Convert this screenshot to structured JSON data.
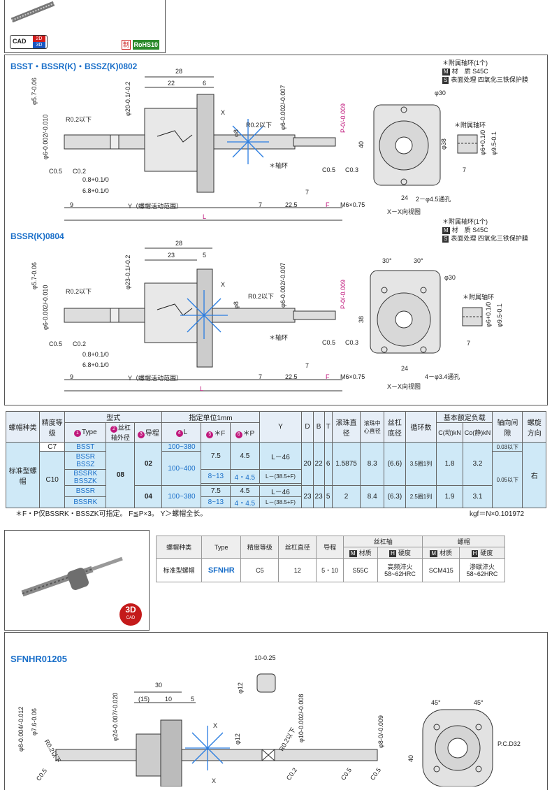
{
  "top_badges": {
    "cad": "CAD",
    "cad_2d": "2D",
    "cad_3d": "3D",
    "rohs_prefix": "制",
    "rohs": "RoHS10"
  },
  "sec1": {
    "title": "BSST・BSSR(K)・BSSZ(K)0802",
    "note_line1": "＊附属轴环(1个)",
    "note_m_label": "M",
    "note_m_text": "材　质 S45C",
    "note_s_label": "S",
    "note_s_text": "表面处理 四氧化三铁保护膜",
    "dims": {
      "d28": "28",
      "d22": "22",
      "d6": "6",
      "phi57": "φ5.7-0.06",
      "phi20": "φ20-0.1/-0.2",
      "r02": "R0.2以下",
      "phi6": "φ6-0.002/-0.010",
      "phi8": "φ8",
      "r02b": "R0.2以下",
      "phi6b": "φ6-0.002/-0.007",
      "p": "P-0/-0.009",
      "c05": "C0.5",
      "c02": "C0.2",
      "d08": "0.8+0.1/0",
      "d68": "6.8+0.1/0",
      "d9": "9",
      "y": "Y（螺帽活动范围）",
      "d7": "7",
      "d225": "22.5",
      "f": "F",
      "m6": "M6×0.75",
      "l": "L",
      "axis_ring": "＊轴环",
      "c05b": "C0.5",
      "c03": "C0.3",
      "d7b": "7",
      "x": "X",
      "phi30": "φ30",
      "d40": "40",
      "phi38": "φ38",
      "d24": "24",
      "holes": "2－φ4.5通孔",
      "view": "X－X向视图",
      "ring_label": "＊附属轴环",
      "ring_phi6": "φ6+0.1/0",
      "ring_phi95": "φ9.5-0.1",
      "ring_7": "7"
    }
  },
  "sec2": {
    "title": "BSSR(K)0804",
    "note_line1": "＊附属轴环(1个)",
    "note_m_label": "M",
    "note_m_text": "材　质 S45C",
    "note_s_label": "S",
    "note_s_text": "表面处理 四氧化三铁保护膜",
    "dims": {
      "d28": "28",
      "d23": "23",
      "d5": "5",
      "phi57": "φ5.7-0.06",
      "phi23": "φ23-0.1/-0.2",
      "r02": "R0.2以下",
      "phi6": "φ6-0.002/-0.010",
      "phi8": "φ8",
      "r02b": "R0.2以下",
      "phi6b": "φ6-0.002/-0.007",
      "p": "P-0/-0.009",
      "c05": "C0.5",
      "c02": "C0.2",
      "d08": "0.8+0.1/0",
      "d68": "6.8+0.1/0",
      "d9": "9",
      "y": "Y（螺帽活动范围）",
      "d7": "7",
      "d225": "22.5",
      "f": "F",
      "m6": "M6×0.75",
      "l": "L",
      "axis_ring": "＊轴环",
      "c05b": "C0.5",
      "c03": "C0.3",
      "d7b": "7",
      "x": "X",
      "a30a": "30°",
      "a30b": "30°",
      "phi30": "φ30",
      "d38": "38",
      "d24": "24",
      "holes": "4－φ3.4通孔",
      "view": "X－X向视图",
      "ring_label": "＊附属轴环",
      "ring_phi6": "φ6+0.1/0",
      "ring_phi95": "φ9.5-0.1",
      "ring_7": "7"
    }
  },
  "table1": {
    "h_kind": "螺帽种类",
    "h_grade": "精度等级",
    "h_type_group": "型式",
    "h_spec_group": "指定单位1mm",
    "h_type": "Type",
    "h_dia": "丝杠轴外径",
    "h_lead": "导程",
    "h_L": "L",
    "h_F": "＊F",
    "h_P": "＊P",
    "h_Y": "Y",
    "h_D": "D",
    "h_B": "B",
    "h_T": "T",
    "h_ball": "滚珠直径",
    "h_center": "滚珠中心直径",
    "h_root": "丝杠底径",
    "h_cycles": "循环数",
    "h_load_group": "基本额定负载",
    "h_C": "C(动)kN",
    "h_Co": "Co(静)kN",
    "h_gap": "轴向间隙",
    "h_dir": "螺旋方向",
    "n1": "1",
    "n2": "2",
    "n3": "3",
    "n4": "4",
    "n5": "5",
    "n6": "6",
    "kind": "标准型螺帽",
    "c7": "C7",
    "c10": "C10",
    "t_bsst": "BSST",
    "t_bssr_bssz": "BSSR\nBSSZ",
    "t_bssrk_bsszk": "BSSRK\nBSSZK",
    "t_bssr2": "BSSR",
    "t_bssrk2": "BSSRK",
    "dia": "08",
    "lead02": "02",
    "lead04": "04",
    "L1": "100~380",
    "L2": "100~400",
    "L3": "100~380",
    "F1": "7.5",
    "P1": "4.5",
    "Y1": "L－46",
    "F2": "8~13",
    "P2": "4・4.5",
    "Y2": "L－(38.5+F)",
    "F3": "7.5",
    "P3": "4.5",
    "Y3": "L－46",
    "F4": "8~13",
    "P4": "4・4.5",
    "Y4": "L－(38.5+F)",
    "D1": "20",
    "B1": "22",
    "T1": "6",
    "ball1": "1.5875",
    "ctr1": "8.3",
    "root1": "(6.6)",
    "cyc1": "3.5圈1列",
    "C1": "1.8",
    "Co1": "3.2",
    "D2": "23",
    "B2": "23",
    "T2": "5",
    "ball2": "2",
    "ctr2": "8.4",
    "root2": "(6.3)",
    "cyc2": "2.5圈1列",
    "C2": "1.9",
    "Co2": "3.1",
    "gap1": "0.03以下",
    "gap2": "0.05以下",
    "dir": "右",
    "foot_left": "＊F・P仅BSSRK・BSSZK可指定。  F≦P×3。  Y＞螺帽全长。",
    "foot_right": "kgf＝N×0.101972"
  },
  "sfnhr": {
    "badge": "3D",
    "badge_sub": "CAD",
    "t_kind": "螺帽种类",
    "t_type": "Type",
    "t_grade": "精度等级",
    "t_dia": "丝杠直径",
    "t_lead": "导程",
    "t_shaft": "丝杠轴",
    "t_nut": "螺帽",
    "t_m1": "M",
    "t_mat1": "材质",
    "t_h1": "H",
    "t_hard1": "硬度",
    "t_m2": "M",
    "t_mat2": "材质",
    "t_h2": "H",
    "t_hard2": "硬度",
    "v_kind": "标准型螺帽",
    "v_type": "SFNHR",
    "v_grade": "C5",
    "v_dia": "12",
    "v_lead": "5・10",
    "v_mat1": "S55C",
    "v_hard1": "高频淬火\n58~62HRC",
    "v_mat2": "SCM415",
    "v_hard2": "渗碳淬火\n58~62HRC",
    "title": "SFNHR01205",
    "dims": {
      "d10": "10-0.25",
      "phi12": "φ12",
      "d30": "30",
      "d15": "(15)",
      "d10b": "10",
      "d5": "5",
      "phi76": "φ7.6-0.06",
      "phi24": "φ24-0.007/-0.020",
      "r02": "R0.2以下",
      "phi8": "φ8-0.004/-0.012",
      "phi12b": "φ12",
      "r02b": "R0.2以下",
      "phi10": "φ10-0.002/-0.008",
      "phi8b": "φ8-0/-0.009",
      "c05a": "C0.5",
      "c02": "C0.2",
      "c05b": "C0.5",
      "c05c": "C0.5",
      "x1": "X",
      "x2": "X",
      "a45a": "45°",
      "a45b": "45°",
      "pcd": "P.C.D32",
      "d40": "40"
    }
  }
}
